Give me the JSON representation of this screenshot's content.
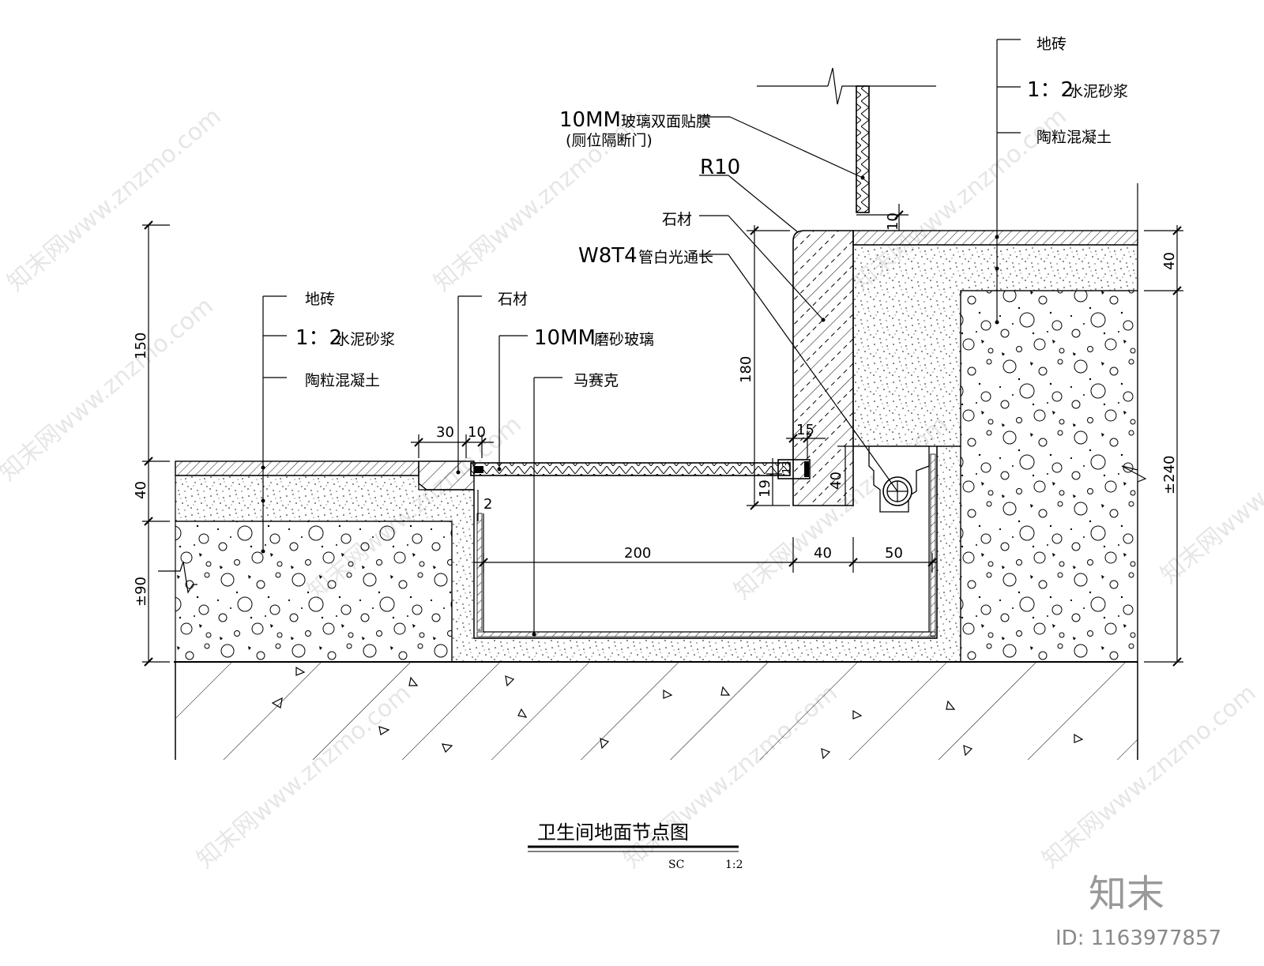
{
  "labels": {
    "left_tile": "地砖",
    "left_mortar_num": "1：2",
    "left_mortar": "水泥砂浆",
    "left_concrete": "陶粒混凝土",
    "stone_left": "石材",
    "glass_thk": "10MM",
    "glass_name": "磨砂玻璃",
    "mosaic": "马赛克",
    "door_glass_thk": "10MM",
    "door_glass_name": "玻璃双面贴膜",
    "door_glass_note": "(厕位隔断门)",
    "radius": "R10",
    "stone_right": "石材",
    "light_tube_code": "W8T4",
    "light_tube_name": "管白光通长",
    "right_tile": "地砖",
    "right_mortar_num": "1：2",
    "right_mortar": "水泥砂浆",
    "right_concrete": "陶粒混凝土"
  },
  "dimensions": {
    "d150": "150",
    "d40_left": "40",
    "d90": "±90",
    "d30": "30",
    "d10_top": "10",
    "d2": "2",
    "d200": "200",
    "d40_mid": "40",
    "d50": "50",
    "d180": "180",
    "d15": "15",
    "d19": "19",
    "d13": "13",
    "d40_small": "40",
    "d10_door": "10",
    "d40_right": "40",
    "d240": "±240"
  },
  "title": {
    "name": "卫生间地面节点图",
    "code": "SC",
    "scale": "1:2"
  },
  "watermark": {
    "text": "知末网www.znzmo.com",
    "brand": "知末",
    "id": "ID: 1163977857"
  }
}
